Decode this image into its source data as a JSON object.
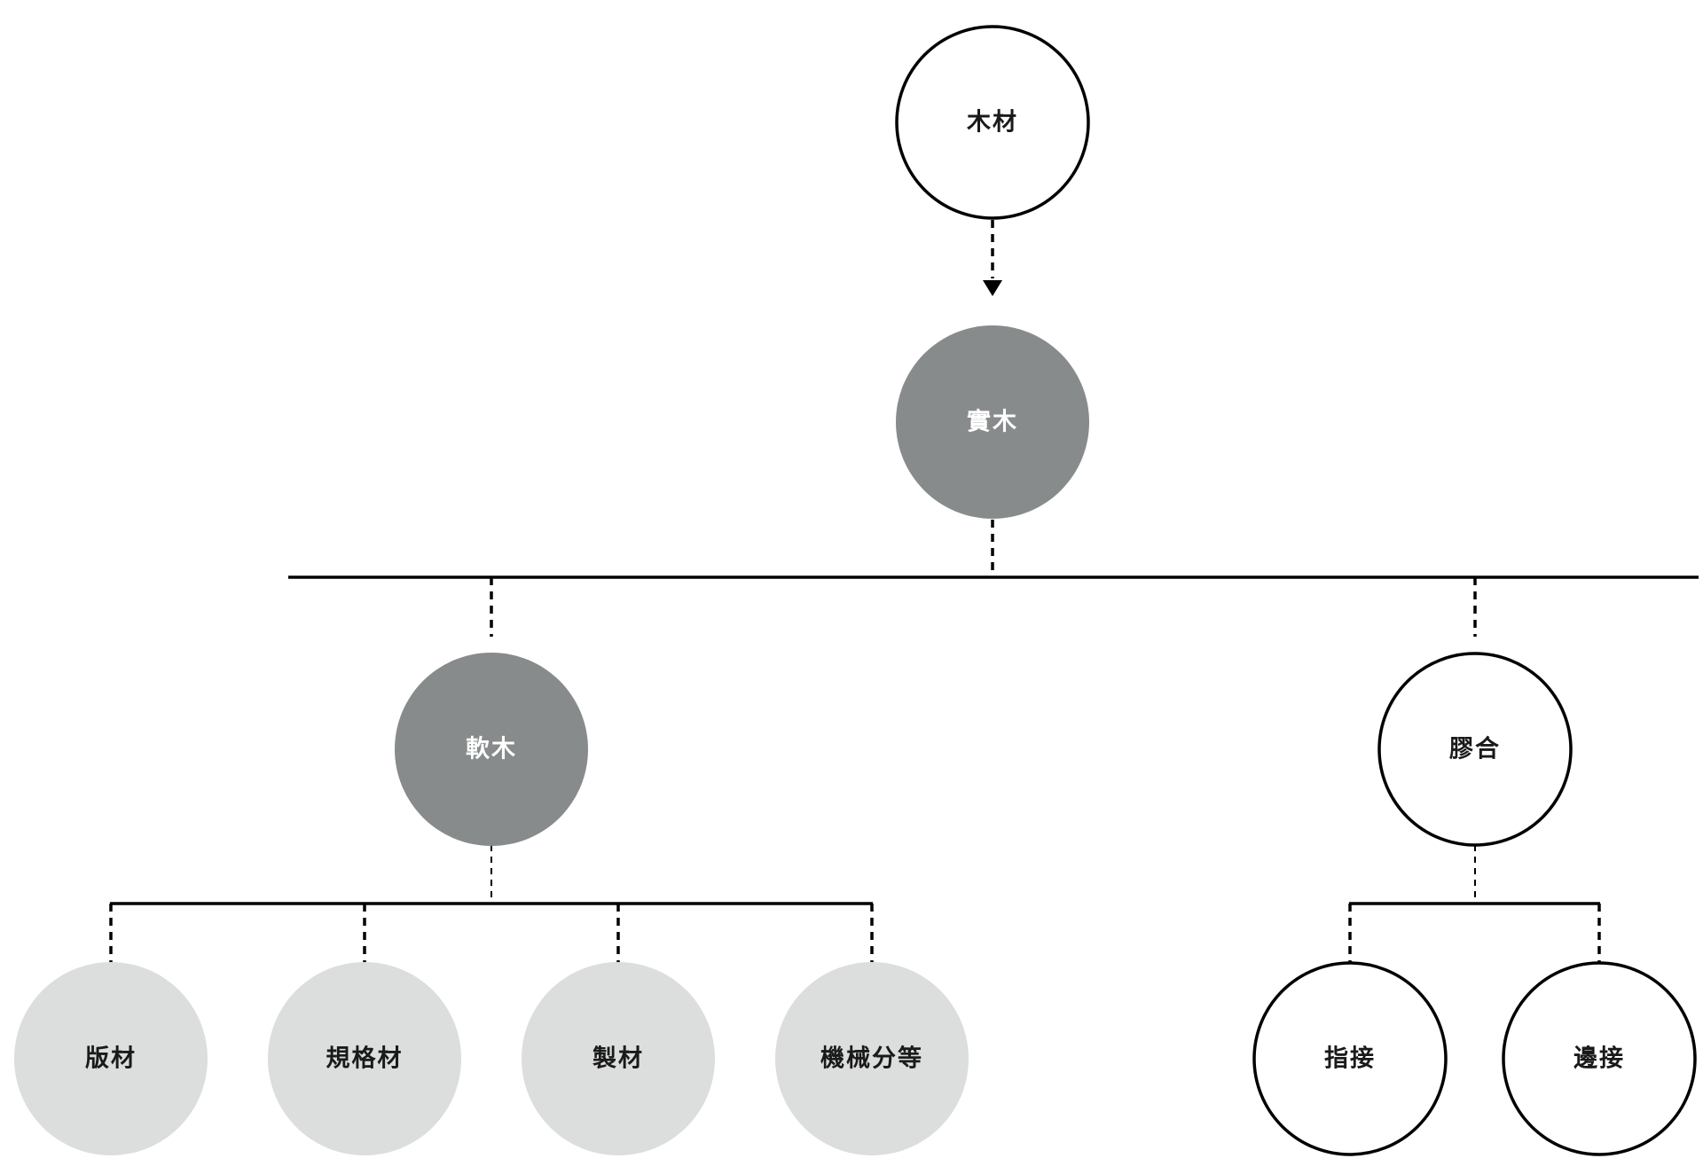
{
  "diagram": {
    "colors": {
      "line": "#000000",
      "white_fill": "#ffffff",
      "dark_fill": "#888b8b",
      "light_fill": "#dcdddd",
      "dark_text": "#1a1a1a",
      "light_text": "#ffffff"
    },
    "nodes": {
      "wood": {
        "label": "木材",
        "style": "white"
      },
      "solid_wood": {
        "label": "實木",
        "style": "dark"
      },
      "softwood": {
        "label": "軟木",
        "style": "dark"
      },
      "glued": {
        "label": "膠合",
        "style": "white"
      },
      "board": {
        "label": "版材",
        "style": "light"
      },
      "dimension_lumber": {
        "label": "規格材",
        "style": "light"
      },
      "sawn_lumber": {
        "label": "製材",
        "style": "light"
      },
      "machine_graded": {
        "label": "機械分等",
        "style": "light"
      },
      "finger_joint": {
        "label": "指接",
        "style": "white"
      },
      "edge_joint": {
        "label": "邊接",
        "style": "white"
      }
    }
  }
}
